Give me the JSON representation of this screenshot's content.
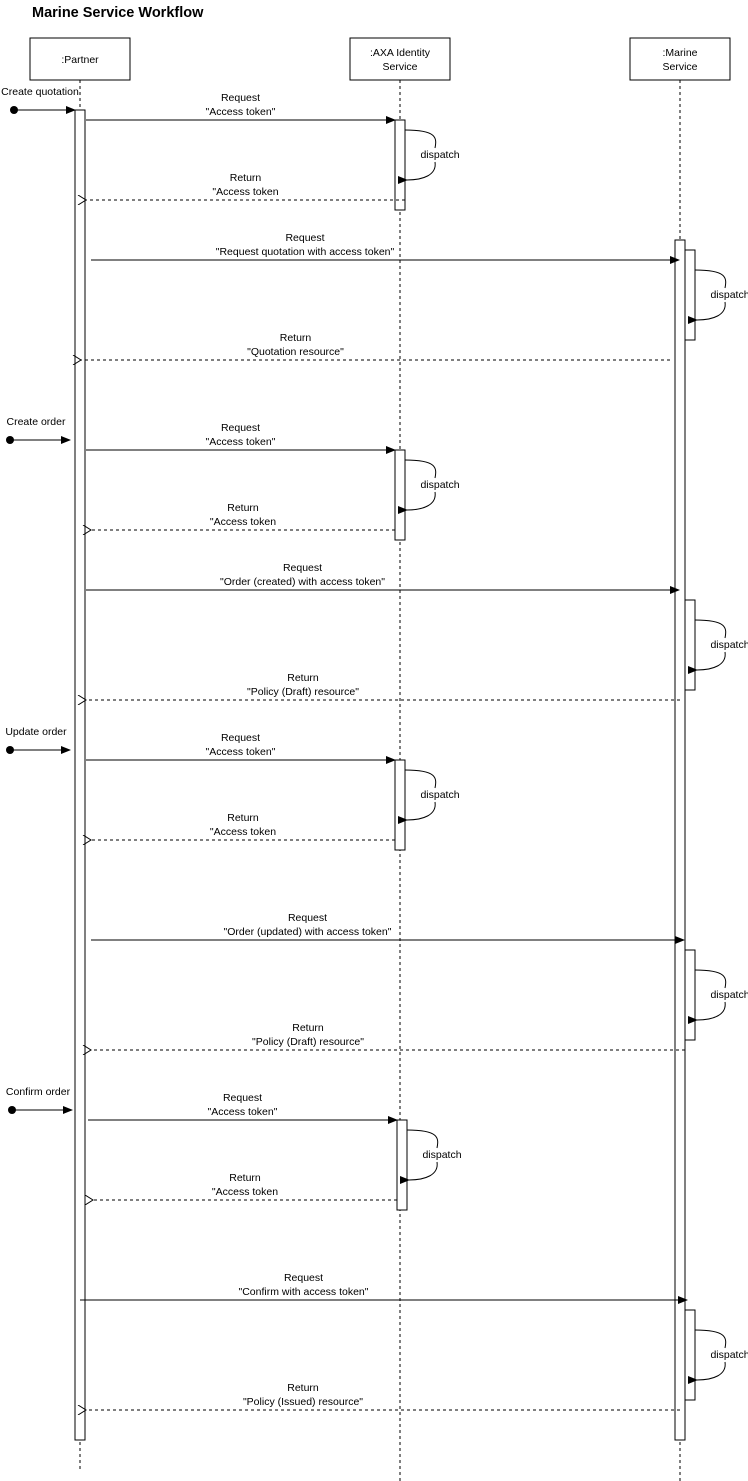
{
  "title": "Marine Service Workflow",
  "participants": [
    {
      "id": "partner",
      "lines": [
        ":Partner"
      ]
    },
    {
      "id": "identity",
      "lines": [
        ":AXA Identity",
        "Service"
      ]
    },
    {
      "id": "marine",
      "lines": [
        ":Marine",
        "Service"
      ]
    }
  ],
  "triggers": [
    {
      "label": "Create quotation"
    },
    {
      "label": "Create order"
    },
    {
      "label": "Update order"
    },
    {
      "label": "Confirm order"
    }
  ],
  "messages": [
    {
      "kind": "request",
      "from": "partner",
      "to": "identity",
      "lines": [
        "Request",
        "\"Access token\""
      ]
    },
    {
      "kind": "return",
      "from": "identity",
      "to": "partner",
      "lines": [
        "Return",
        "\"Access token"
      ]
    },
    {
      "kind": "request",
      "from": "partner",
      "to": "marine",
      "lines": [
        "Request",
        "\"Request quotation with access token\""
      ]
    },
    {
      "kind": "return",
      "from": "marine",
      "to": "partner",
      "lines": [
        "Return",
        "\"Quotation resource\""
      ]
    },
    {
      "kind": "request",
      "from": "partner",
      "to": "identity",
      "lines": [
        "Request",
        "\"Access token\""
      ]
    },
    {
      "kind": "return",
      "from": "identity",
      "to": "partner",
      "lines": [
        "Return",
        "\"Access token"
      ]
    },
    {
      "kind": "request",
      "from": "partner",
      "to": "marine",
      "lines": [
        "Request",
        "\"Order (created) with access token\""
      ]
    },
    {
      "kind": "return",
      "from": "marine",
      "to": "partner",
      "lines": [
        "Return",
        "\"Policy (Draft) resource\""
      ]
    },
    {
      "kind": "request",
      "from": "partner",
      "to": "identity",
      "lines": [
        "Request",
        "\"Access token\""
      ]
    },
    {
      "kind": "return",
      "from": "identity",
      "to": "partner",
      "lines": [
        "Return",
        "\"Access token"
      ]
    },
    {
      "kind": "request",
      "from": "partner",
      "to": "marine",
      "lines": [
        "Request",
        "\"Order (updated) with access token\""
      ]
    },
    {
      "kind": "return",
      "from": "marine",
      "to": "partner",
      "lines": [
        "Return",
        "\"Policy (Draft) resource\""
      ]
    },
    {
      "kind": "request",
      "from": "partner",
      "to": "identity",
      "lines": [
        "Request",
        "\"Access token\""
      ]
    },
    {
      "kind": "return",
      "from": "identity",
      "to": "partner",
      "lines": [
        "Return",
        "\"Access token"
      ]
    },
    {
      "kind": "request",
      "from": "partner",
      "to": "marine",
      "lines": [
        "Request",
        "\"Confirm with access token\""
      ]
    },
    {
      "kind": "return",
      "from": "marine",
      "to": "partner",
      "lines": [
        "Return",
        "\"Policy (Issued) resource\""
      ]
    }
  ],
  "self_calls": [
    {
      "participant": "identity",
      "label": "dispatch"
    },
    {
      "participant": "marine",
      "label": "dispatch"
    },
    {
      "participant": "identity",
      "label": "dispatch"
    },
    {
      "participant": "marine",
      "label": "dispatch"
    },
    {
      "participant": "identity",
      "label": "dispatch"
    },
    {
      "participant": "marine",
      "label": "dispatch"
    },
    {
      "participant": "identity",
      "label": "dispatch"
    },
    {
      "participant": "marine",
      "label": "dispatch"
    }
  ]
}
